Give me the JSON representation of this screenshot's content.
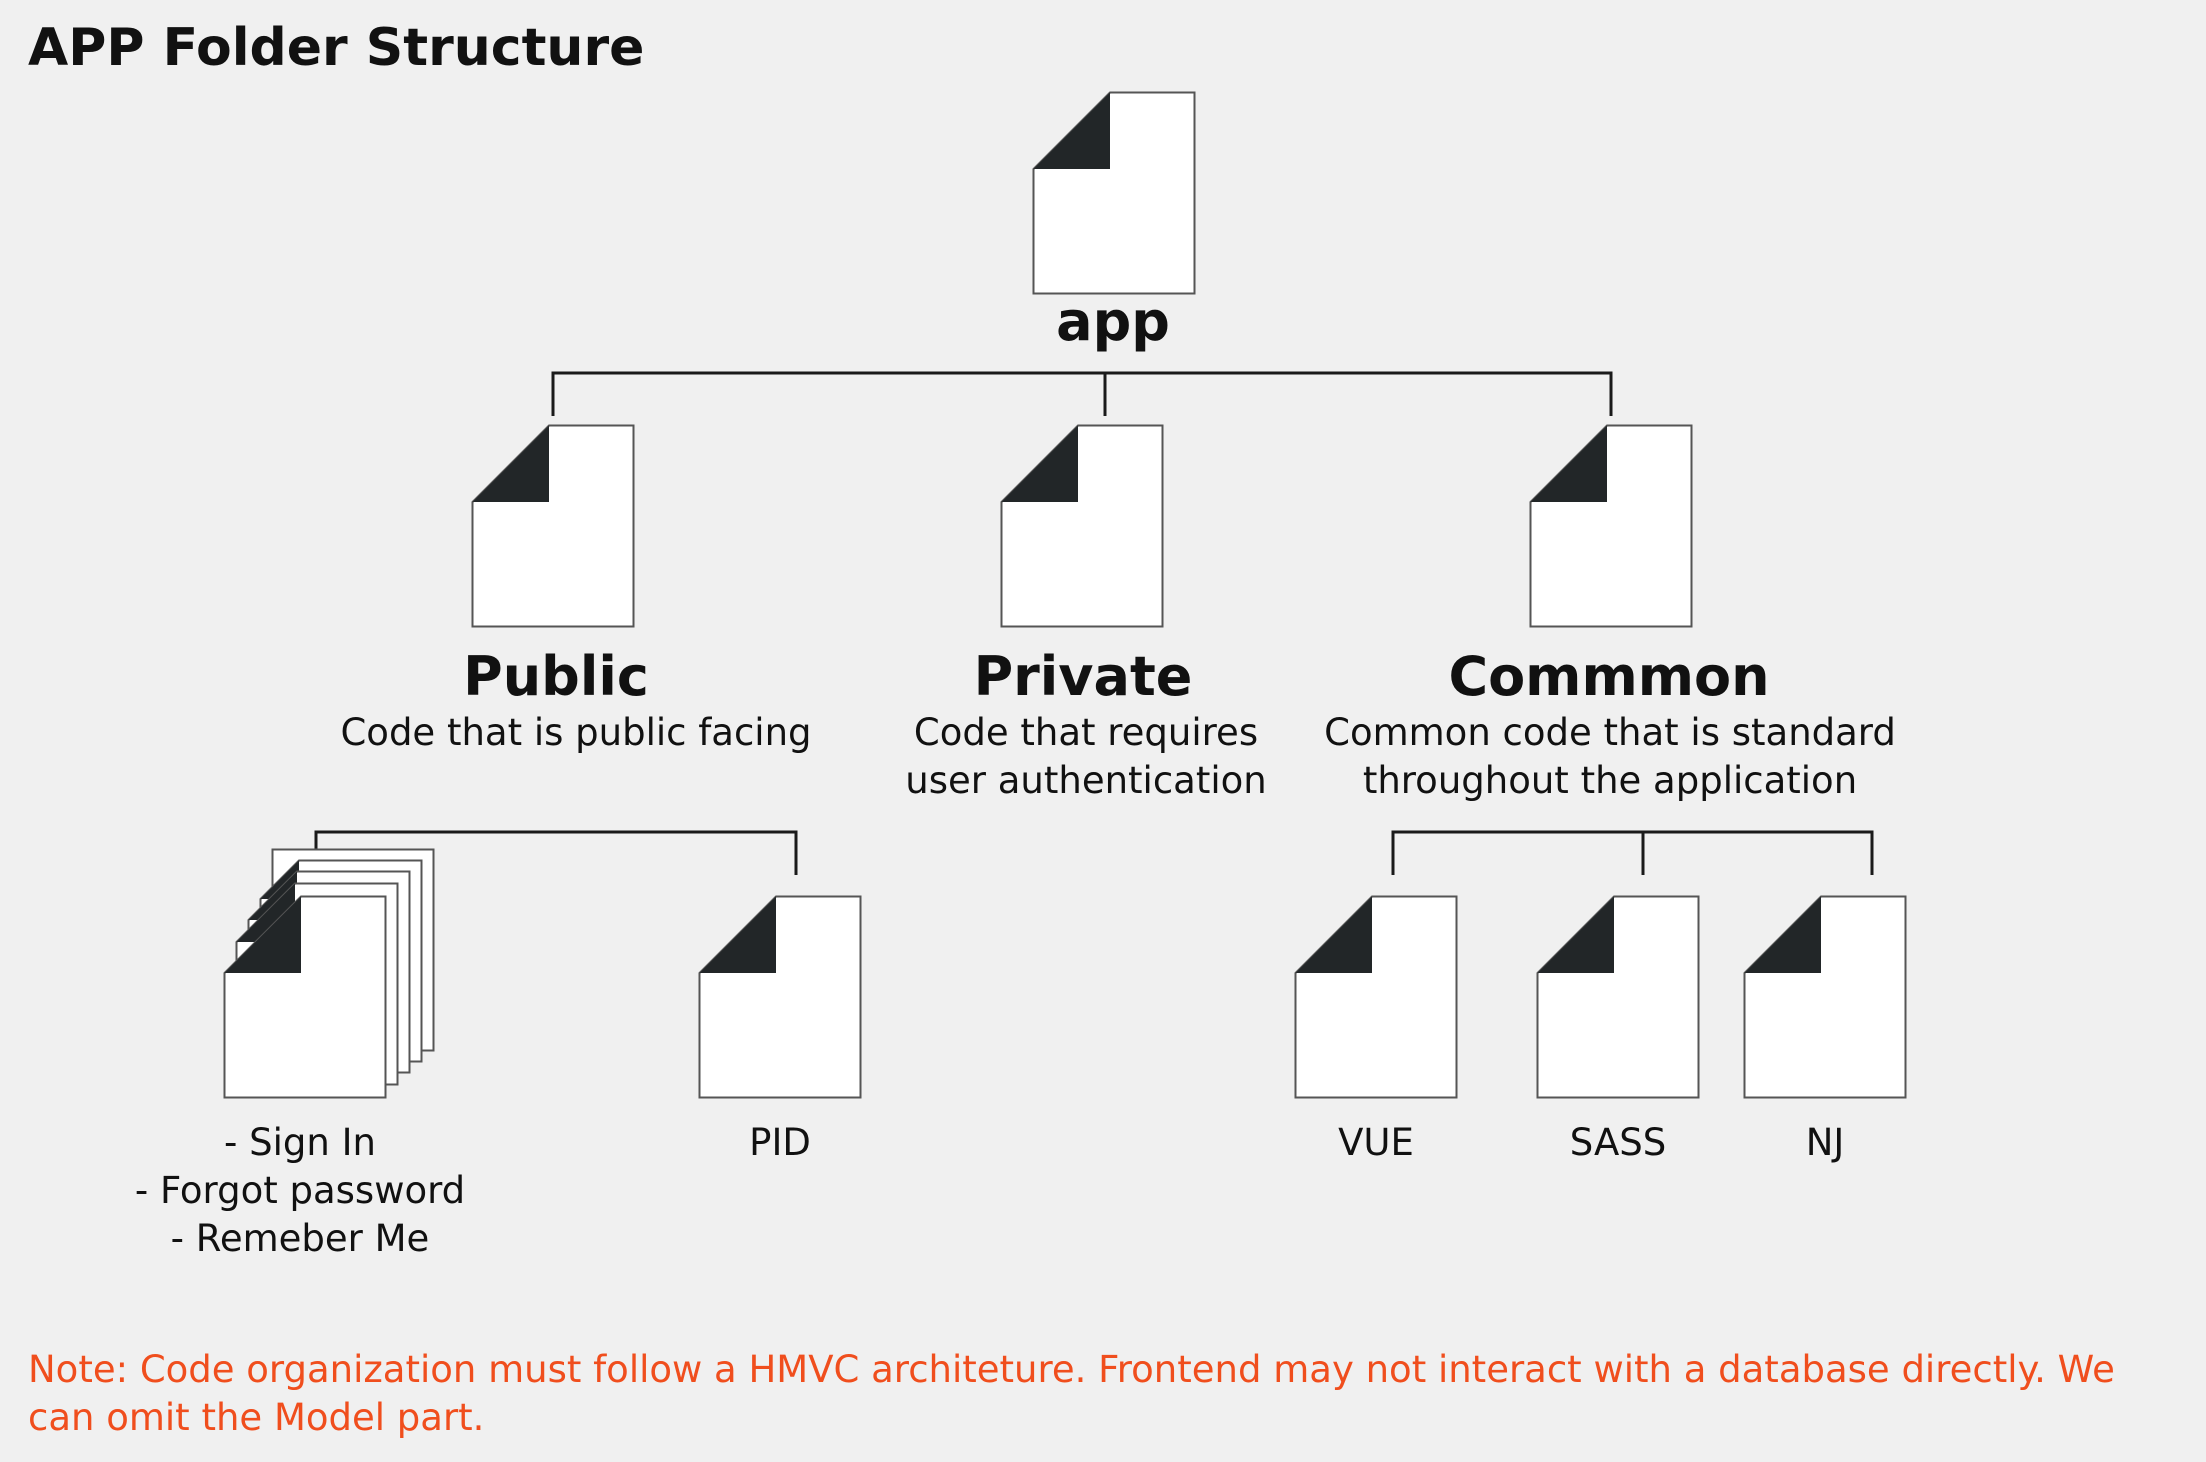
{
  "title": "APP Folder Structure",
  "root": {
    "label": "app"
  },
  "folders": {
    "public": {
      "name": "Public",
      "description": "Code that is public facing"
    },
    "private": {
      "name": "Private",
      "description_lines": [
        "Code that requires",
        "user authentication"
      ]
    },
    "common": {
      "name": "Commmon",
      "description_lines": [
        "Common code that is standard",
        "throughout the application"
      ]
    }
  },
  "public_children": {
    "pages": {
      "lines": [
        "- Sign In",
        "- Forgot password",
        "- Remeber Me"
      ]
    },
    "pid": {
      "label": "PID"
    }
  },
  "common_children": {
    "vue": {
      "label": "VUE"
    },
    "sass": {
      "label": "SASS"
    },
    "nj": {
      "label": "NJ"
    }
  },
  "note": "Note: Code organization must follow a HMVC architeture. Frontend may not interact with a database directly. We can omit the Model part.",
  "colors": {
    "note": "#f04e1d",
    "corner": "#222628",
    "page": "#ffffff",
    "background": "#f0f0f0"
  }
}
